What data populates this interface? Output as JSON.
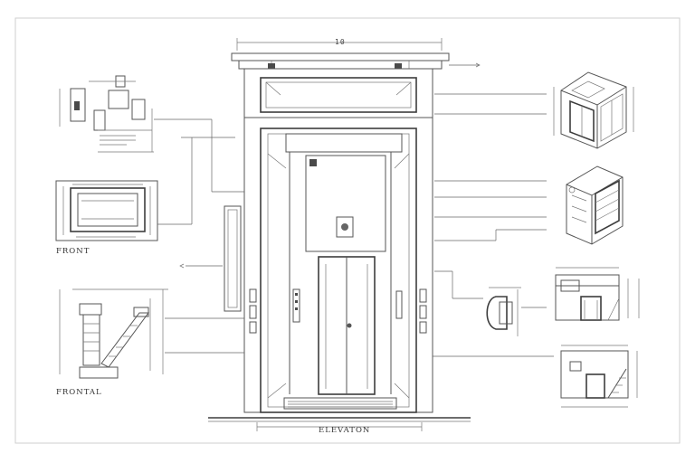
{
  "main_caption": "ELEVATON",
  "caption_front": "FRONT",
  "caption_section": "FRONTAL",
  "dim_top": "10",
  "colors": {
    "ink": "#555555",
    "paper": "#ffffff",
    "frame": "#cfcfcf"
  },
  "icons": [
    "door-elevation",
    "light-fixture",
    "panel-assembly",
    "stair-section",
    "cabinet-isometric",
    "box-isometric",
    "handle-detail",
    "room-section",
    "stair-room-section"
  ]
}
